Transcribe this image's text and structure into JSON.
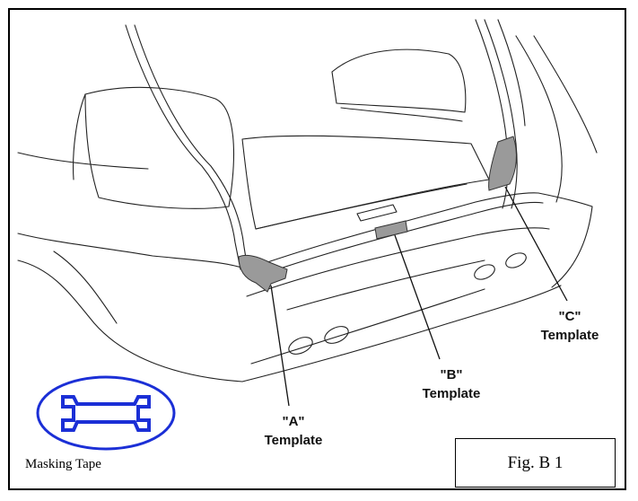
{
  "callouts": {
    "a": {
      "line1": "\"A\"",
      "line2": "Template"
    },
    "b": {
      "line1": "\"B\"",
      "line2": "Template"
    },
    "c": {
      "line1": "\"C\"",
      "line2": "Template"
    }
  },
  "legend": {
    "label": "Masking Tape",
    "icon": "masking-tape-icon"
  },
  "figure": {
    "label": "Fig. B 1"
  },
  "colors": {
    "legend_stroke": "#1b2fd6",
    "template_fill": "#9a9a9a",
    "line": "#222222"
  }
}
